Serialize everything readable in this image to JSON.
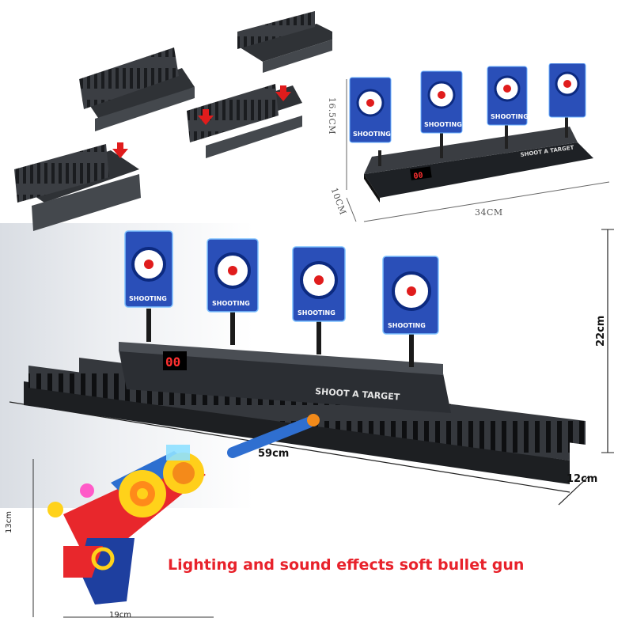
{
  "small_product": {
    "height_label": "16.5CM",
    "depth_label": "10CM",
    "width_label": "34CM",
    "brand_text": "SHOOT A TARGET",
    "target_text": "SHOOTING",
    "score": "00"
  },
  "large_product": {
    "width_label": "59cm",
    "height_label": "22cm",
    "depth_label": "12cm",
    "brand_text": "SHOOT A TARGET",
    "target_text": "SHOOTING",
    "score": "00"
  },
  "gun": {
    "height_label": "13cm",
    "width_label": "19cm"
  },
  "caption": "Lighting and sound effects soft bullet gun",
  "colors": {
    "caption": "#e8222b",
    "target_blue": "#2a4fb8",
    "base_dark": "#2b2e33",
    "arrow_red": "#e01c1c"
  }
}
